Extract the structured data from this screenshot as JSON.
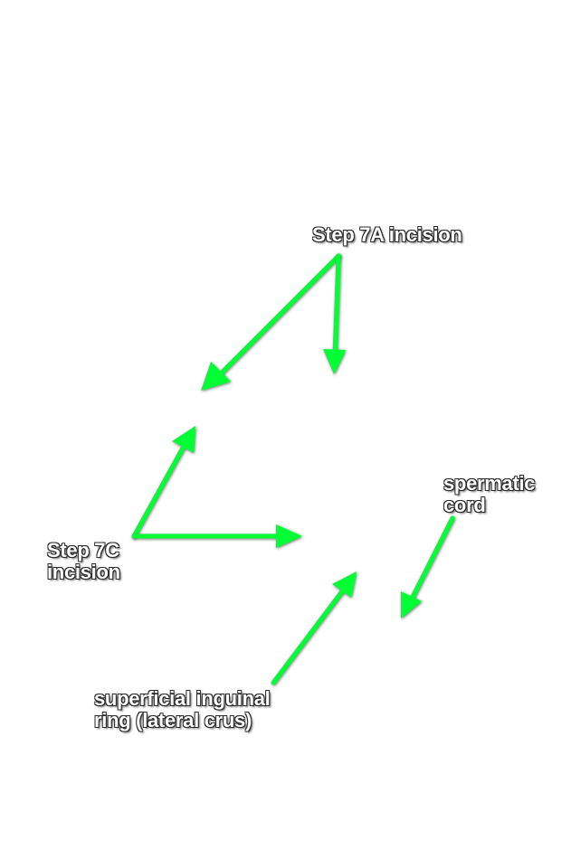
{
  "colors": {
    "arrow": "#00ff33",
    "label_text": "#ffffff",
    "label_outline": "#2a2a2a",
    "background": "#ffffff"
  },
  "labels": {
    "step7a": "Step 7A incision",
    "step7c": [
      "Step 7C",
      "incision"
    ],
    "spermatic_cord": [
      "spermatic",
      "cord"
    ],
    "superficial_ring": [
      "superficial inguinal",
      "ring (lateral crus)"
    ]
  }
}
